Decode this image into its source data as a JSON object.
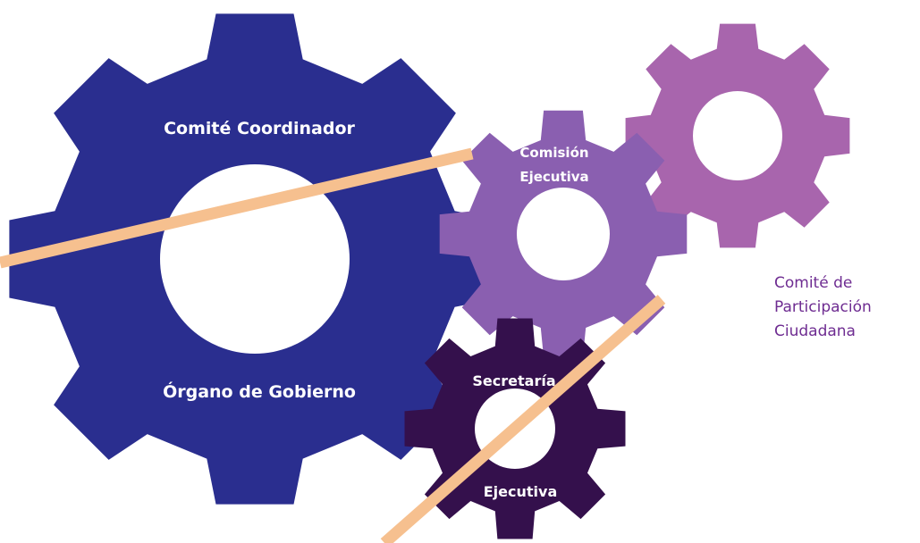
{
  "diagram": {
    "gears": [
      {
        "id": "large",
        "color": "#2a2e8f",
        "labels": [
          "Comité Coordinador",
          "Órgano de Gobierno"
        ]
      },
      {
        "id": "medium",
        "color": "#8a5fb0",
        "labels": [
          "Comisión",
          "Ejecutiva"
        ]
      },
      {
        "id": "pink",
        "color": "#a865ad",
        "labels": []
      },
      {
        "id": "dark",
        "color": "#34104c",
        "labels": [
          "Secretaría",
          "Ejecutiva"
        ]
      }
    ],
    "external_label": {
      "lines": [
        "Comité de",
        "Participación",
        "Ciudadana"
      ],
      "color": "#6e2c91"
    },
    "connector_color": "#f6c08f"
  }
}
